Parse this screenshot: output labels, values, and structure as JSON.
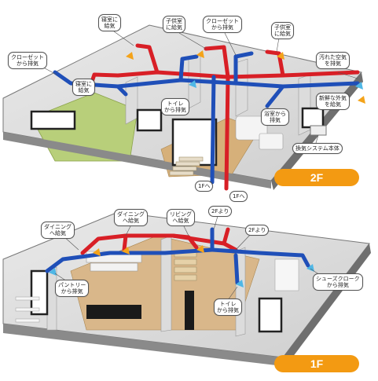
{
  "colors": {
    "supply_duct": "#d81f26",
    "exhaust_duct": "#1f4fb8",
    "badge": "#f39a12",
    "floor_green": "#b8cf7a",
    "wood": "#c9a16a",
    "wall": "#9a9a9a"
  },
  "floor2": {
    "badge_label": "2F",
    "callouts": [
      {
        "id": "closet-exhaust-left",
        "text": "クローゼット\nから排気"
      },
      {
        "id": "storage-supply",
        "text": "寝室に\n給気"
      },
      {
        "id": "bedroom-supply",
        "text": "寝室に\n給気"
      },
      {
        "id": "child-supply-1",
        "text": "子供室\nに給気"
      },
      {
        "id": "closet-exhaust-right",
        "text": "クローゼット\nから排気"
      },
      {
        "id": "child-supply-2",
        "text": "子供室\nに給気"
      },
      {
        "id": "dirty-air",
        "text": "汚れた空気\nを排気"
      },
      {
        "id": "toilet-exhaust",
        "text": "トイレ\nから排気"
      },
      {
        "id": "washroom-exhaust",
        "text": "浴室から\n排気"
      },
      {
        "id": "fresh-air",
        "text": "新鮮な外気\nを給気"
      },
      {
        "id": "system-unit",
        "text": "換気システム本体"
      },
      {
        "id": "to-1f-a",
        "text": "1Fへ"
      },
      {
        "id": "to-1f-b",
        "text": "1Fへ"
      }
    ]
  },
  "floor1": {
    "badge_label": "1F",
    "callouts": [
      {
        "id": "dining-supply-1",
        "text": "ダイニング\nへ給気"
      },
      {
        "id": "dining-supply-2",
        "text": "ダイニング\nへ給気"
      },
      {
        "id": "living-supply",
        "text": "リビング\nへ給気"
      },
      {
        "id": "from-2f-a",
        "text": "2Fより"
      },
      {
        "id": "from-2f-b",
        "text": "2Fより"
      },
      {
        "id": "pantry-exhaust",
        "text": "パントリー\nから排気"
      },
      {
        "id": "toilet-exhaust-1f",
        "text": "トイレ\nから排気"
      },
      {
        "id": "shoe-closet-exhaust",
        "text": "シューズクローク\nから排気"
      }
    ]
  }
}
